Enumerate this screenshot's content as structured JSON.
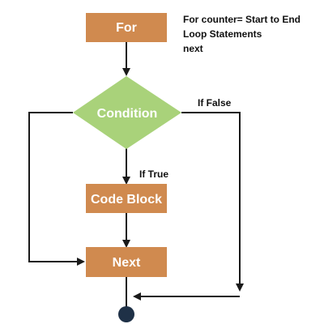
{
  "colors": {
    "process": "#d08a4f",
    "decision": "#a9d27a",
    "line": "#1a1a1a",
    "terminal": "#1f3147"
  },
  "nodes": {
    "for": "For",
    "condition": "Condition",
    "code_block": "Code Block",
    "next": "Next"
  },
  "note": {
    "line1": "For counter= Start to End",
    "line2": "Loop Statements",
    "line3": "next"
  },
  "edges": {
    "if_false": "If False",
    "if_true": "If True"
  }
}
